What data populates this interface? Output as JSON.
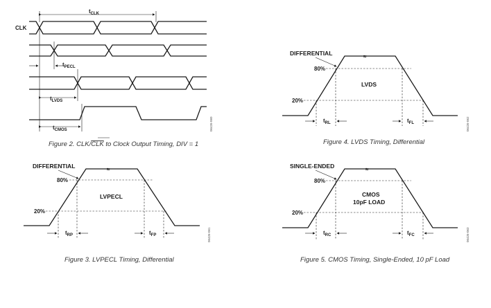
{
  "fig2": {
    "clk_label": "CLK",
    "tclk": "t",
    "tclk_sub": "CLK",
    "tpecl": "t",
    "tpecl_sub": "PECL",
    "tlvds": "t",
    "tlvds_sub": "LVDS",
    "tcmos": "t",
    "tcmos_sub": "CMOS",
    "code": "06426-060",
    "caption_a": "Figure 2. CLK/",
    "caption_b": "CLK",
    "caption_c": " to Clock Output Timing, DIV = 1"
  },
  "fig4": {
    "title": "DIFFERENTIAL",
    "p80": "80%",
    "p20": "20%",
    "mid": "LVDS",
    "tr": "t",
    "tr_sub": "RL",
    "tf": "t",
    "tf_sub": "FL",
    "code": "06426-062",
    "caption": "Figure 4. LVDS Timing, Differential"
  },
  "fig3": {
    "title": "DIFFERENTIAL",
    "p80": "80%",
    "p20": "20%",
    "mid": "LVPECL",
    "tr": "t",
    "tr_sub": "RP",
    "tf": "t",
    "tf_sub": "FP",
    "code": "06426-061",
    "caption": "Figure 3. LVPECL Timing, Differential"
  },
  "fig5": {
    "title": "SINGLE-ENDED",
    "p80": "80%",
    "p20": "20%",
    "mid1": "CMOS",
    "mid2": "10pF LOAD",
    "tr": "t",
    "tr_sub": "RC",
    "tf": "t",
    "tf_sub": "FC",
    "code": "06426-063",
    "caption": "Figure 5. CMOS Timing, Single-Ended, 10 pF Load"
  }
}
